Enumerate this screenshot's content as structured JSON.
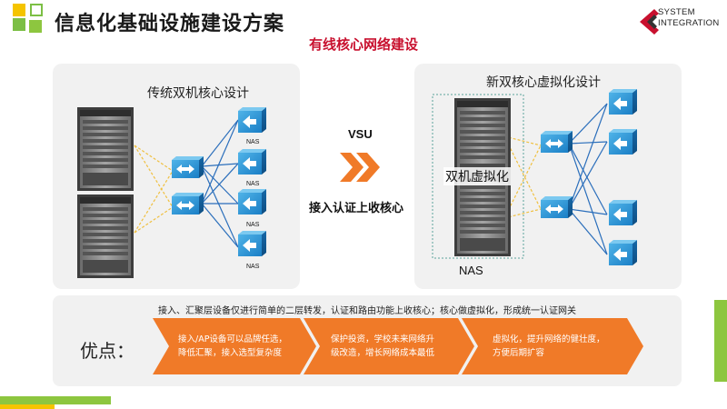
{
  "header": {
    "title": "信息化基础设施建设方案",
    "subtitle": "有线核心网络建设",
    "logo_line1": "SYSTEM",
    "logo_line2": "INTEGRATION"
  },
  "left_panel": {
    "title": "传统双机核心设计",
    "nas_labels": [
      "NAS",
      "NAS",
      "NAS",
      "NAS"
    ]
  },
  "middle": {
    "vsu_label": "VSU",
    "caption": "接入认证上收核心"
  },
  "right_panel": {
    "title": "新双核心虚拟化设计",
    "virtualization_label": "双机虚拟化",
    "nas_label": "NAS"
  },
  "bottom": {
    "summary": "接入、汇聚层设备仅进行简单的二层转发，认证和路由功能上收核心；核心做虚拟化，形成统一认证网关",
    "advantages_label": "优点：",
    "advantages": [
      {
        "line1": "接入/AP设备可以品牌任选，",
        "line2": "降低汇聚，接入选型复杂度"
      },
      {
        "line1": "保护投资，学校未来网络升",
        "line2": "级改造，增长网络成本最低"
      },
      {
        "line1": "虚拟化，提升网络的健壮度，",
        "line2": "方便后期扩容"
      }
    ]
  },
  "colors": {
    "orange": "#f07a28",
    "green": "#7cbf45",
    "yellow": "#f5c400",
    "link_blue": "#2a6ebb",
    "link_yellow": "#f0c040",
    "red_title": "#c8102e"
  }
}
